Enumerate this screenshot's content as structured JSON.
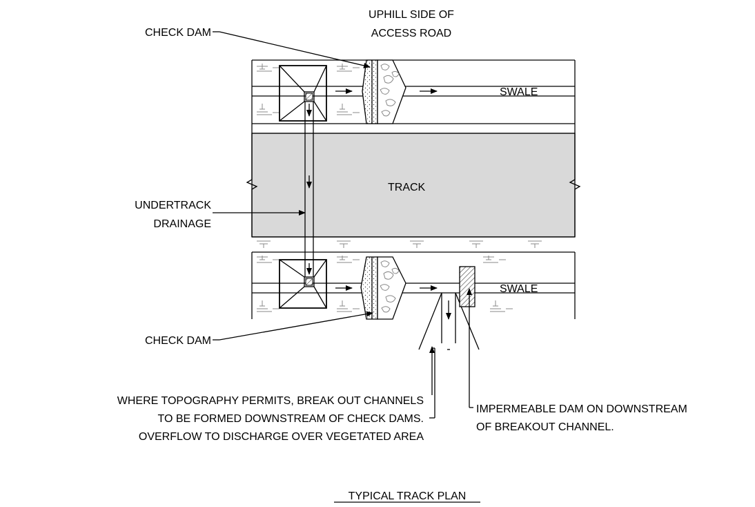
{
  "labels": {
    "uphill_line1": "UPHILL SIDE OF",
    "uphill_line2": "ACCESS ROAD",
    "check_dam_top": "CHECK DAM",
    "check_dam_bottom": "CHECK DAM",
    "swale_top": "SWALE",
    "swale_bottom": "SWALE",
    "track": "TRACK",
    "undertrack_line1": "UNDERTRACK",
    "undertrack_line2": "DRAINAGE",
    "topography_line1": "WHERE TOPOGRAPHY PERMITS, BREAK OUT CHANNELS",
    "topography_line2": "TO BE FORMED DOWNSTREAM OF CHECK DAMS.",
    "topography_line3": "OVERFLOW TO DISCHARGE OVER VEGETATED AREA",
    "impermeable_line1": "IMPERMEABLE DAM ON DOWNSTREAM",
    "impermeable_line2": "OF BREAKOUT CHANNEL.",
    "title": "TYPICAL TRACK PLAN"
  },
  "colors": {
    "line": "#000000",
    "track_fill": "#d9d9d9",
    "vegetation": "#888888"
  }
}
